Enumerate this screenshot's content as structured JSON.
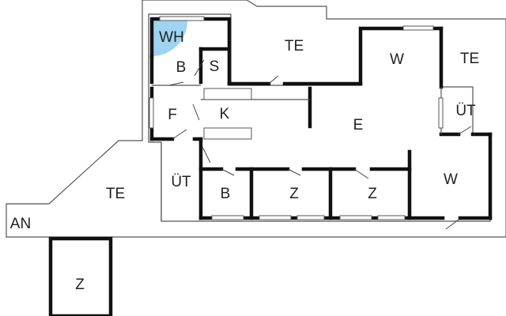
{
  "colors": {
    "wall": "#111111",
    "outline": "#555555",
    "background": "#ffffff",
    "shower_accent": "#9fd3f2",
    "label": "#222222"
  },
  "rooms": {
    "wh": "WH",
    "b_upper": "B",
    "s": "S",
    "te_top": "TE",
    "w_top": "W",
    "te_right": "TE",
    "f": "F",
    "k": "K",
    "ut_right": "ÜT",
    "e": "E",
    "ut_left": "ÜT",
    "b_lower": "B",
    "z_mid_1": "Z",
    "z_mid_2": "Z",
    "w_right": "W",
    "te_left": "TE",
    "an": "AN",
    "z_annex": "Z"
  }
}
